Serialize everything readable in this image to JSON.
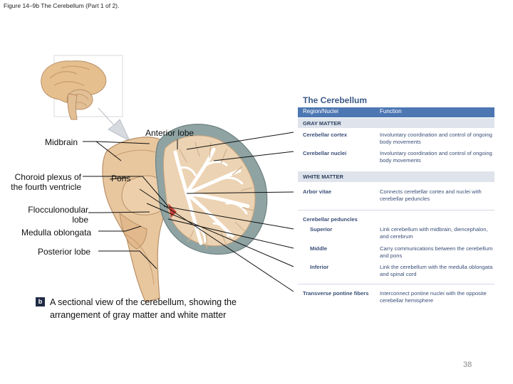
{
  "figure_title": "Figure 14–9b The Cerebellum (Part 1 of 2).",
  "labels": {
    "midbrain": "Midbrain",
    "anterior_lobe": "Anterior lobe",
    "choroid_plexus": "Choroid plexus of the fourth ventricle",
    "pons": "Pons",
    "flocculonodular": "Flocculonodular lobe",
    "medulla": "Medulla oblongata",
    "posterior_lobe": "Posterior lobe"
  },
  "caption": {
    "badge": "b",
    "text": "A sectional view of the cerebellum, showing the arrangement of gray matter and white matter"
  },
  "table": {
    "title": "The Cerebellum",
    "col_region": "Region/Nuclei",
    "col_function": "Function",
    "gray_matter": "GRAY MATTER",
    "white_matter": "WHITE MATTER",
    "rows": {
      "cortex": {
        "region": "Cerebellar cortex",
        "function": "Involuntary coordination and control of ongoing body movements"
      },
      "nuclei": {
        "region": "Cerebellar nuclei",
        "function": "Involuntary coordination and control of ongoing body movements"
      },
      "arbor": {
        "region": "Arbor vitae",
        "function": "Connects cerebellar cortex and nuclei with cerebellar peduncles"
      },
      "peduncles": {
        "region": "Cerebellar peduncles"
      },
      "superior": {
        "region": "Superior",
        "function": "Link cerebellum with midbrain, diencephalon, and cerebrum"
      },
      "middle": {
        "region": "Middle",
        "function": "Carry communications between the cerebellum and pons"
      },
      "inferior": {
        "region": "Inferior",
        "function": "Link the cerebellum with the medulla oblongata and spinal cord"
      },
      "transverse": {
        "region": "Transverse pontine fibers",
        "function": "Interconnect pontine nuclei with the opposite cerebellar hemisphere"
      }
    }
  },
  "page_number": "38",
  "colors": {
    "table_header": "#4d77b3",
    "table_text": "#3a4f78",
    "section_band": "#dfe4ec",
    "brain_tan": "#e6c49a",
    "cortex_gray": "#8fa3a3"
  }
}
